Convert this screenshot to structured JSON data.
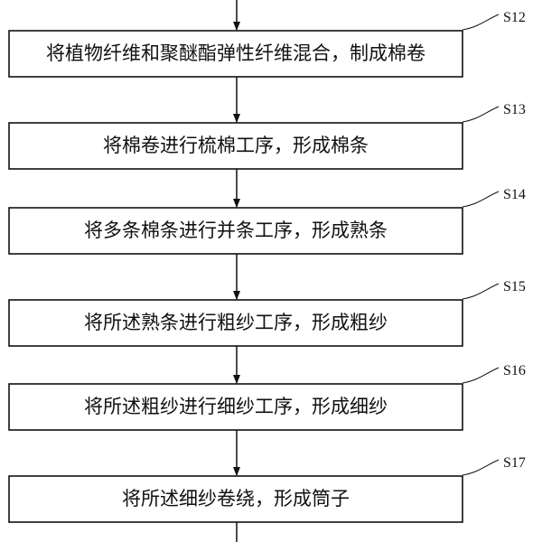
{
  "steps": [
    {
      "label": "S12",
      "text": "将植物纤维和聚醚酯弹性纤维混合，制成棉卷"
    },
    {
      "label": "S13",
      "text": "将棉卷进行梳棉工序，形成棉条"
    },
    {
      "label": "S14",
      "text": "将多条棉条进行并条工序，形成熟条"
    },
    {
      "label": "S15",
      "text": "将所述熟条进行粗纱工序，形成粗纱"
    },
    {
      "label": "S16",
      "text": "将所述粗纱进行细纱工序，形成细纱"
    },
    {
      "label": "S17",
      "text": "将所述细纱卷绕，形成筒子"
    }
  ]
}
